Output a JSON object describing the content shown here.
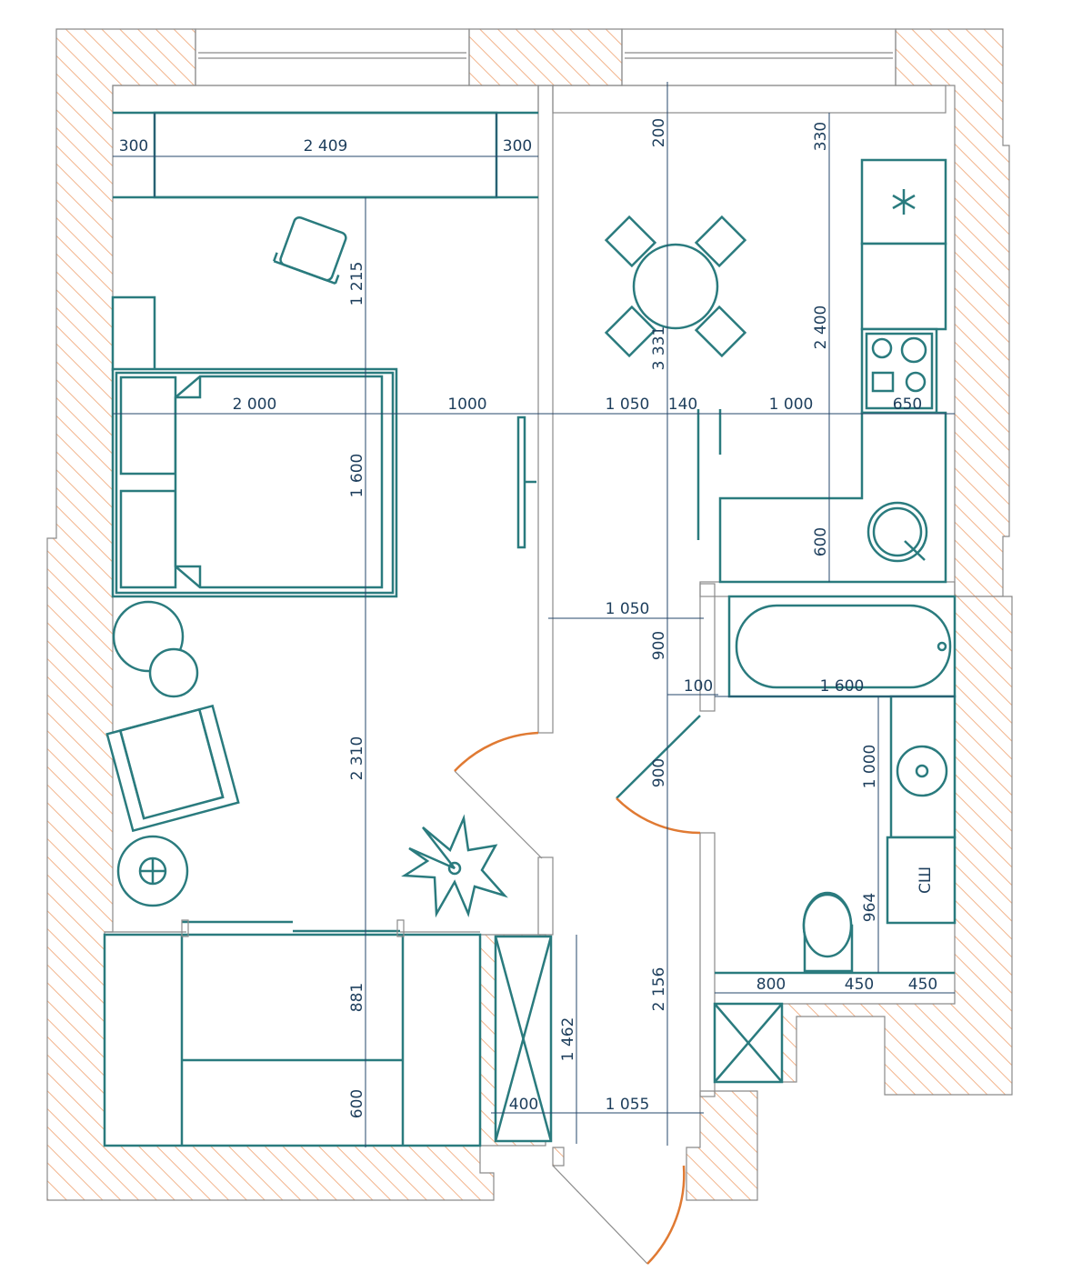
{
  "colors": {
    "wall_hatch": "#f2b48c",
    "wall_outline": "#8a8a8a",
    "furniture": "#2a7b7e",
    "dimension": "#1d3e5c",
    "door_swing": "#e07a33"
  },
  "icons": {
    "fridge": "snowflake-icon",
    "washer": "washing-machine-icon",
    "plant": "plant-icon"
  },
  "dimensions": {
    "sill_left": "300",
    "window_width": "2 409",
    "sill_right": "300",
    "desk_depth": "1 215",
    "bed_length": "2 000",
    "passage_1000": "1000",
    "bed_width": "1 600",
    "living_depth": "2 310",
    "kitchen_200": "200",
    "kitchen_330": "330",
    "kitchen_2400": "2 400",
    "kitchen_3331": "3 331",
    "k_1050": "1 050",
    "k_140": "140",
    "k_1000": "1 000",
    "k_650": "650",
    "k_600": "600",
    "hall_1050": "1 050",
    "hall_900a": "900",
    "hall_100": "100",
    "hall_900b": "900",
    "bath_1600": "1 600",
    "bath_1000": "1 000",
    "bath_964": "964",
    "bath_800": "800",
    "bath_450a": "450",
    "bath_450b": "450",
    "wardrobe_881": "881",
    "wardrobe_600": "600",
    "closet_1462": "1 462",
    "hall_2156": "2 156",
    "closet_400": "400",
    "hall_1055": "1 055",
    "washer_label": "СШ"
  }
}
